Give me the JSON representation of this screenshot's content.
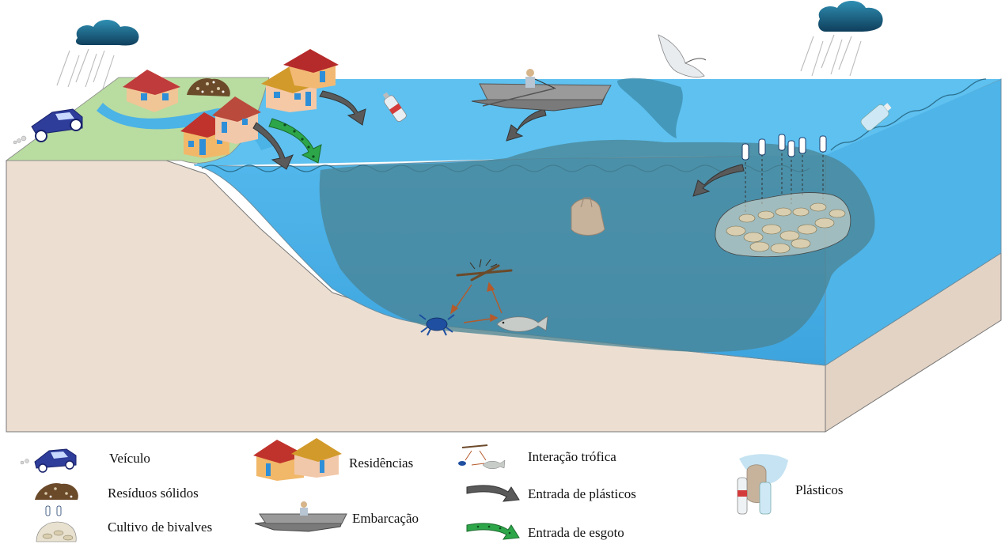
{
  "legend": {
    "vehicle": "Veículo",
    "solid_waste": "Resíduos sólidos",
    "bivalve_culture": "Cultivo de bivalves",
    "residences": "Residências",
    "boat": "Embarcação",
    "trophic_interaction": "Interação trófica",
    "plastic_input": "Entrada de plásticos",
    "sewage_input": "Entrada de esgoto",
    "plastics": "Plásticos"
  },
  "colors": {
    "sea": "#5bbfee",
    "sea_deep": "#3f9fd4",
    "plume": "#4f8a9c",
    "sand": "#ecdfd2",
    "land": "#b9dca0",
    "plastic_arrow": "#5a5a5a",
    "sewage_arrow": "#2da64a",
    "cloud": "#1d6b8c"
  }
}
